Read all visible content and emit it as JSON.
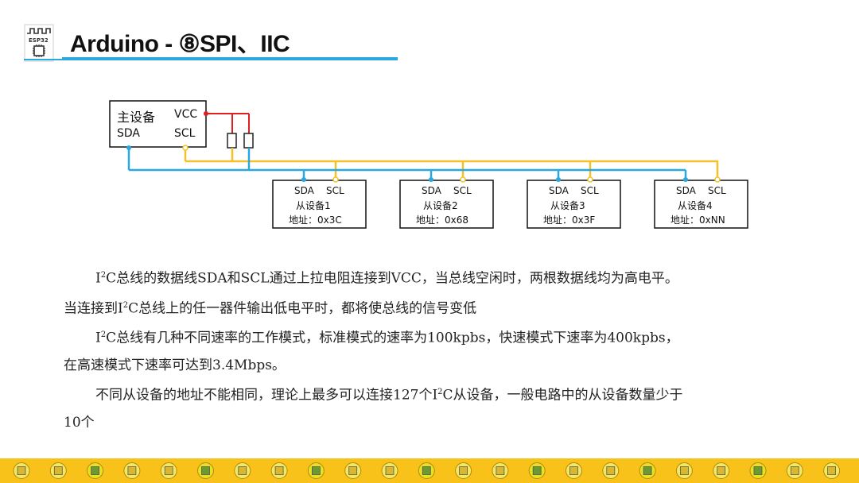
{
  "header": {
    "logo_text": "ESP32",
    "title": "Arduino - ⑧SPI、IIC"
  },
  "diagram": {
    "master": {
      "line1_left": "主设备",
      "line1_right": "VCC",
      "line2_left": "SDA",
      "line2_right": "SCL"
    },
    "slaves": [
      {
        "sda": "SDA",
        "scl": "SCL",
        "name": "从设备1",
        "address": "地址：0x3C"
      },
      {
        "sda": "SDA",
        "scl": "SCL",
        "name": "从设备2",
        "address": "地址：0x68"
      },
      {
        "sda": "SDA",
        "scl": "SCL",
        "name": "从设备3",
        "address": "地址：0x3F"
      },
      {
        "sda": "SDA",
        "scl": "SCL",
        "name": "从设备4",
        "address": "地址：0xNN"
      }
    ],
    "colors": {
      "sda_line": "#29a8e0",
      "scl_line": "#f5c12a",
      "vcc_line": "#e02020"
    }
  },
  "paragraphs": {
    "p1_line1_pre": "I",
    "p1_line1_sup": "2",
    "p1_line1_post": "C总线的数据线SDA和SCL通过上拉电阻连接到VCC，当总线空闲时，两根数据线均为高电平。",
    "p1_line2_pre": "当连接到I",
    "p1_line2_sup": "2",
    "p1_line2_post": "C总线上的任一器件输出低电平时，都将使总线的信号变低",
    "p2_line1_pre": "I",
    "p2_line1_sup": "2",
    "p2_line1_post": "C总线有几种不同速率的工作模式，标准模式的速率为100kpbs，快速模式下速率为400kpbs，",
    "p2_line2": "在高速模式下速率可达到3.4Mbps。",
    "p3_line1_pre": "不同从设备的地址不能相同，理论上最多可以连接127个I",
    "p3_line1_sup": "2",
    "p3_line1_post": "C从设备，一般电路中的从设备数量少于",
    "p3_line2": "10个"
  },
  "footer": {
    "background": "#f9c21a"
  }
}
